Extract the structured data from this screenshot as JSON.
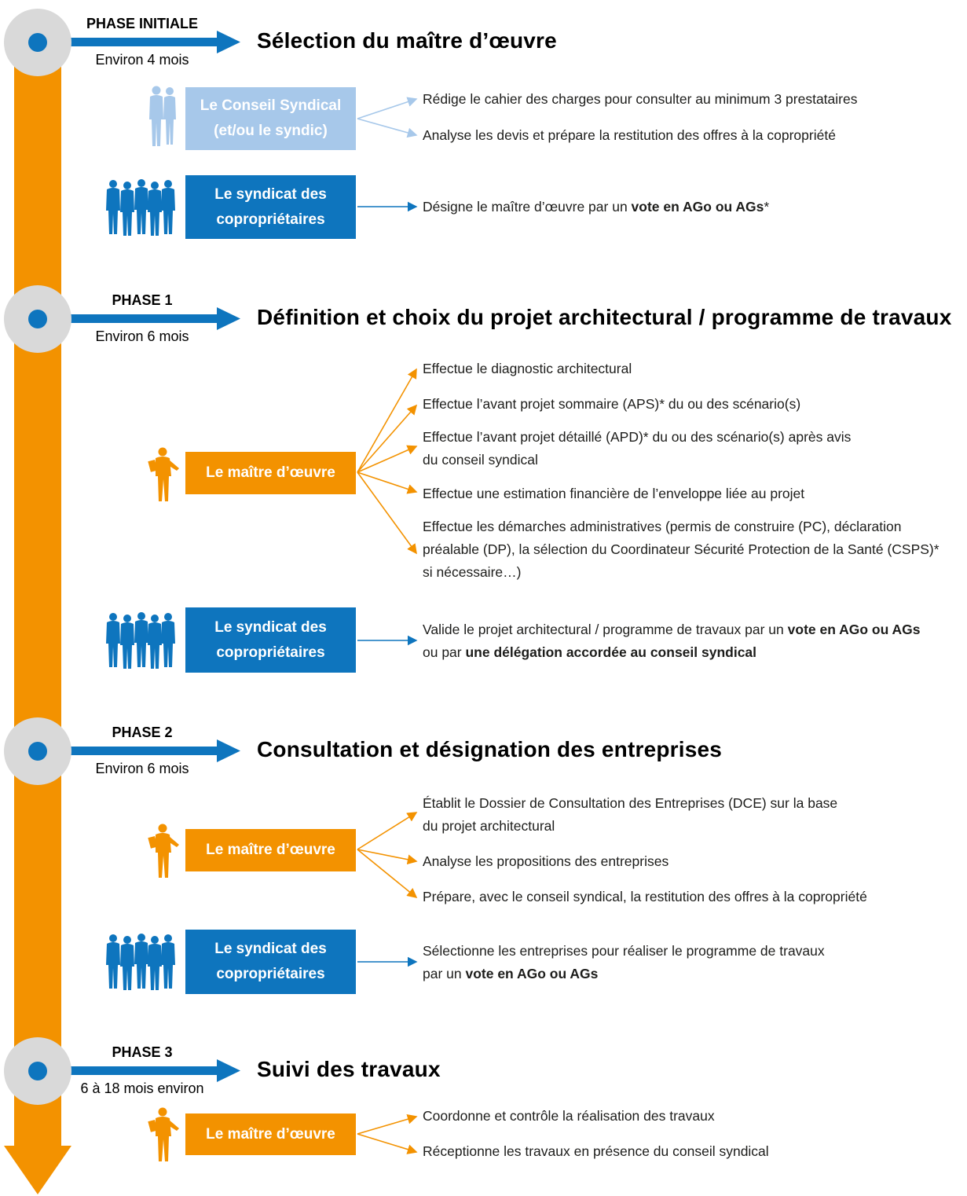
{
  "colors": {
    "orange": "#f39200",
    "blue": "#0e75be",
    "light_blue": "#a7c8ea",
    "grey_circle": "#d9d9d9"
  },
  "phases": [
    {
      "label": "PHASE INITIALE",
      "duration": "Environ 4 mois",
      "title": "Sélection du maître d’œuvre",
      "actors": [
        {
          "name_line1": "Le Conseil Syndical",
          "name_line2": "(et/ou le syndic)",
          "icon": "two-persons-icon",
          "tasks": [
            {
              "text": "Rédige le cahier des charges pour consulter au minimum 3 prestataires"
            },
            {
              "text": "Analyse les devis et prépare la restitution des offres à la copropriété"
            }
          ]
        },
        {
          "name_line1": "Le syndicat des",
          "name_line2": "copropriétaires",
          "icon": "group-icon",
          "tasks": [
            {
              "before": "Désigne le maître d’œuvre par un ",
              "bold": "vote en AGo ou AGs",
              "after": "*"
            }
          ]
        }
      ]
    },
    {
      "label": "PHASE 1",
      "duration": "Environ 6 mois",
      "title": "Définition et choix du projet architectural / programme de travaux",
      "actors": [
        {
          "name": "Le maître d’œuvre",
          "icon": "architect-icon",
          "tasks": [
            {
              "text": "Effectue le diagnostic architectural"
            },
            {
              "text": "Effectue l’avant projet sommaire (APS)* du ou des scénario(s)"
            },
            {
              "line1": "Effectue l’avant projet détaillé (APD)* du ou des scénario(s) après avis",
              "line2": "du conseil syndical"
            },
            {
              "text": "Effectue une estimation financière de l’enveloppe liée au projet"
            },
            {
              "line1": "Effectue les démarches administratives (permis de construire (PC), déclaration",
              "line2": "préalable (DP), la sélection du Coordinateur Sécurité Protection de la Santé (CSPS)*",
              "line3": "si nécessaire…)"
            }
          ]
        },
        {
          "name_line1": "Le syndicat des",
          "name_line2": "copropriétaires",
          "icon": "group-icon",
          "task": {
            "l1_before": "Valide le projet architectural / programme de travaux par un ",
            "l1_bold": "vote en AGo ou AGs",
            "l2_before": "ou par ",
            "l2_bold": "une délégation accordée au conseil syndical"
          }
        }
      ]
    },
    {
      "label": "PHASE 2",
      "duration": "Environ 6 mois",
      "title": "Consultation et désignation des entreprises",
      "actors": [
        {
          "name": "Le maître d’œuvre",
          "icon": "architect-icon",
          "tasks": [
            {
              "line1": "Établit le Dossier de Consultation des Entreprises (DCE) sur la base",
              "line2": "du projet architectural"
            },
            {
              "text": "Analyse les propositions des entreprises"
            },
            {
              "text": "Prépare, avec le conseil syndical, la restitution des offres à la copropriété"
            }
          ]
        },
        {
          "name_line1": "Le syndicat des",
          "name_line2": "copropriétaires",
          "icon": "group-icon",
          "task": {
            "line1": "Sélectionne les entreprises pour réaliser le programme de travaux",
            "l2_before": "par un ",
            "l2_bold": "vote en AGo ou AGs"
          }
        }
      ]
    },
    {
      "label": "PHASE 3",
      "duration": "6 à 18 mois environ",
      "title": "Suivi des travaux",
      "actors": [
        {
          "name": "Le maître d’œuvre",
          "icon": "architect-icon",
          "tasks": [
            {
              "text": "Coordonne et contrôle la réalisation des travaux"
            },
            {
              "text": "Réceptionne les travaux en présence du conseil syndical"
            }
          ]
        }
      ]
    }
  ]
}
